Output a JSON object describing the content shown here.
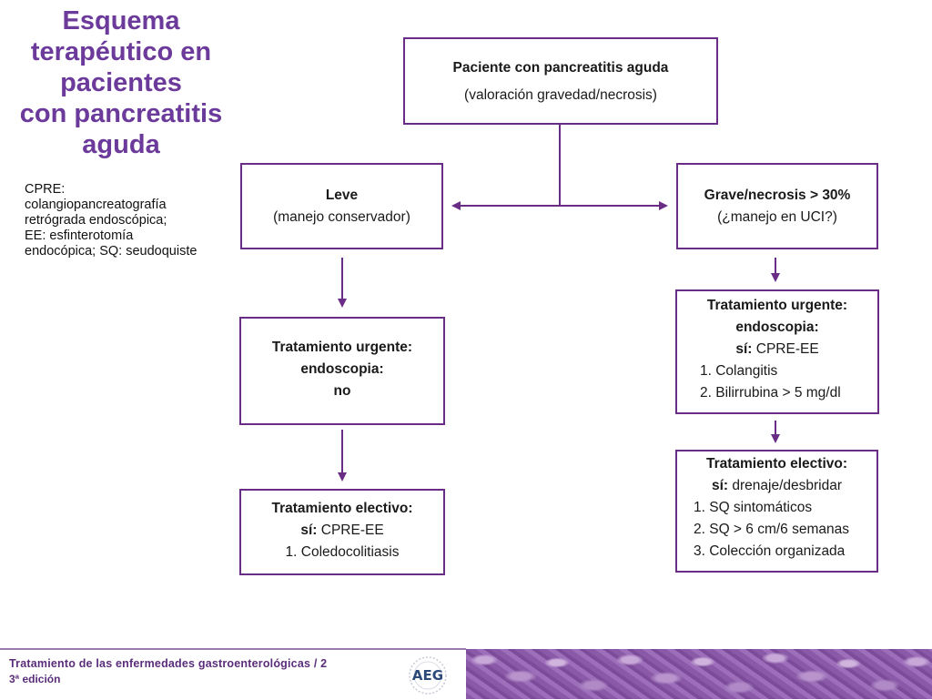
{
  "title": {
    "lines": [
      "Esquema",
      "terapéutico en",
      "pacientes",
      "con pancreatitis",
      "aguda"
    ]
  },
  "legend": {
    "lines": [
      "CPRE:",
      "colangiopancreatografía",
      "retrógrada endoscópica;",
      "EE: esfinterotomía",
      "endocópica; SQ: seudoquiste"
    ]
  },
  "flow": {
    "root": {
      "title": "Paciente con pancreatitis aguda",
      "subtitle": "(valoración gravedad/necrosis)"
    },
    "leve": {
      "title": "Leve",
      "subtitle": "(manejo conservador)"
    },
    "grave": {
      "title": "Grave/necrosis > 30%",
      "subtitle": "(¿manejo en UCI?)"
    },
    "leve_urgente": {
      "line1": "Tratamiento urgente:",
      "line2": "endoscopia:",
      "line3": "no"
    },
    "leve_electivo": {
      "line1": "Tratamiento electivo:",
      "si_label": "sí:",
      "si_value": "CPRE-EE",
      "item1": "1. Coledocolitiasis"
    },
    "grave_urgente": {
      "line1": "Tratamiento urgente:",
      "line2": "endoscopia:",
      "si_label": "sí:",
      "si_value": "CPRE-EE",
      "item1": "1. Colangitis",
      "item2": "2. Bilirrubina > 5 mg/dl"
    },
    "grave_electivo": {
      "line1": "Tratamiento electivo:",
      "si_label": "sí:",
      "si_value": "drenaje/desbridar",
      "item1": "1. SQ sintomáticos",
      "item2": "2. SQ > 6 cm/6 semanas",
      "item3": "3. Colección organizada"
    }
  },
  "footer": {
    "title": "Tratamiento  de las  enfermedades  gastroenterológicas  / 2",
    "edition": "3ª edición",
    "logo_text": "AEG"
  },
  "colors": {
    "accent": "#6b3a9a",
    "box_border": "#6a2d86",
    "arrow": "#6a2d86"
  }
}
